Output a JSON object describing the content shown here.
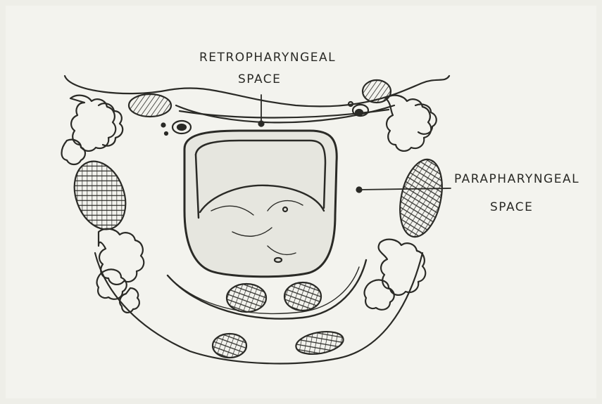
{
  "labels": {
    "retro_line1": "RETROPHARYNGEAL",
    "retro_line2": "SPACE",
    "para_line1": "PARAPHARYNGEAL",
    "para_line2": "SPACE"
  },
  "colors": {
    "paper": "#eeeee8",
    "ink": "#2a2a26",
    "shade": "#55554d"
  }
}
